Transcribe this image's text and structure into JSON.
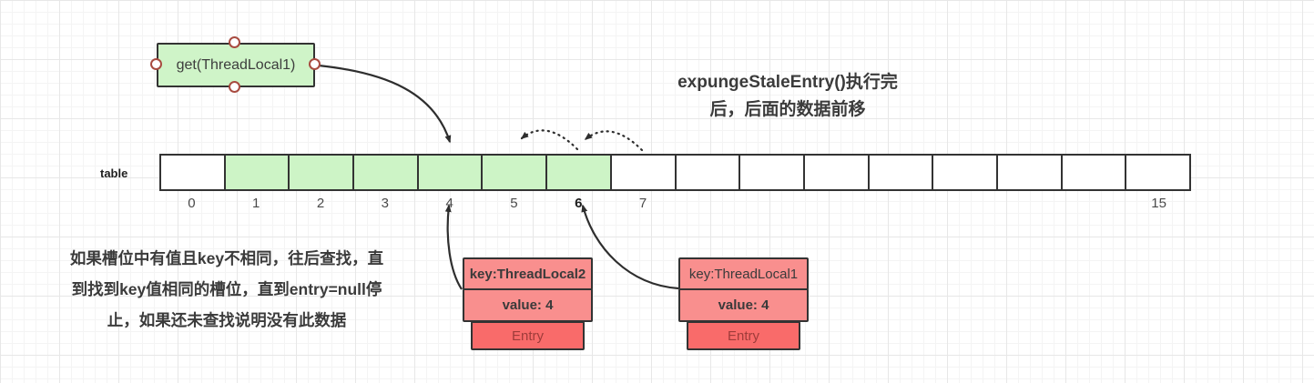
{
  "title": {
    "line1": "expungeStaleEntry()执行完",
    "line2": "后，后面的数据前移"
  },
  "get_box": {
    "label": "get(ThreadLocal1)"
  },
  "note": {
    "line1": "如果槽位中有值且key不相同，往后查找，直",
    "line2": "到找到key值相同的槽位，直到entry=null停",
    "line3": "止，如果还未查找说明没有此数据"
  },
  "table": {
    "label": "table",
    "slots": [
      {
        "index": "0",
        "filled": false
      },
      {
        "index": "1",
        "filled": true
      },
      {
        "index": "2",
        "filled": true
      },
      {
        "index": "3",
        "filled": true
      },
      {
        "index": "4",
        "filled": true
      },
      {
        "index": "5",
        "filled": true
      },
      {
        "index": "6",
        "filled": true,
        "bold": true
      },
      {
        "index": "7",
        "filled": false
      },
      {
        "index": "",
        "filled": false
      },
      {
        "index": "",
        "filled": false
      },
      {
        "index": "",
        "filled": false
      },
      {
        "index": "",
        "filled": false
      },
      {
        "index": "",
        "filled": false
      },
      {
        "index": "",
        "filled": false
      },
      {
        "index": "",
        "filled": false
      },
      {
        "index": "15",
        "filled": false
      }
    ]
  },
  "entries": [
    {
      "key": "key:ThreadLocal2",
      "value": "value: 4",
      "label": "Entry"
    },
    {
      "key": "key:ThreadLocal1",
      "value": "value: 4",
      "label": "Entry"
    }
  ],
  "colors": {
    "slot_filled": "#cdf4c6",
    "shape_green": "#cff4c8",
    "entry_pink": "#f98f8e",
    "entry_red": "#f96b6a",
    "entry_text": "#9e3c3a",
    "border_dark": "#333333",
    "handle_ring": "#a84b40",
    "arrow": "#2e2e2e"
  }
}
